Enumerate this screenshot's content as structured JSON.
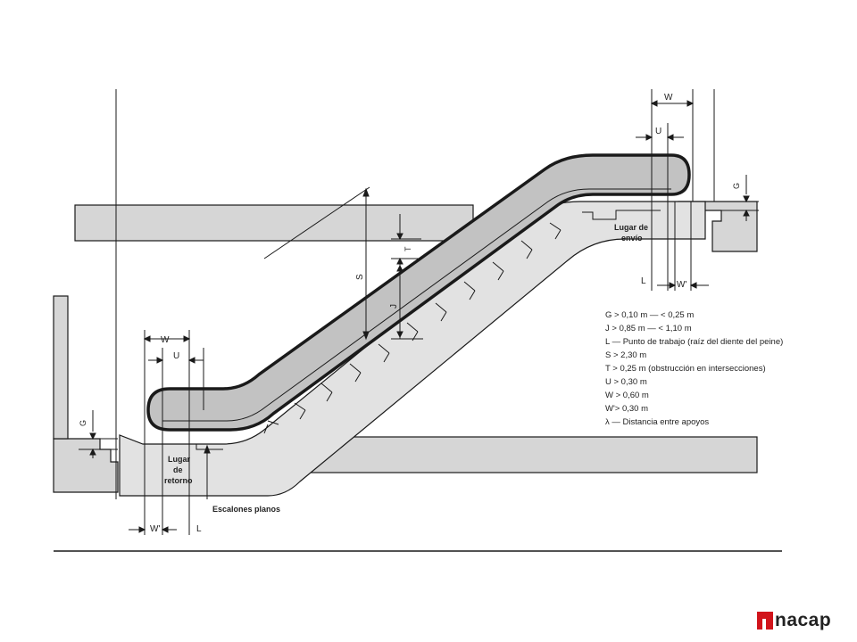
{
  "diagram": {
    "labels": {
      "W_top": "W",
      "U_top": "U",
      "G_right": "G",
      "lugar_envio_1": "Lugar de",
      "lugar_envio_2": "envío",
      "L_right": "L",
      "W2_right": "W'",
      "S": "S",
      "T": "T",
      "J": "J",
      "W_left": "W",
      "U_left": "U",
      "G_left": "G",
      "lugar_retorno_1": "Lugar",
      "lugar_retorno_2": "de",
      "lugar_retorno_3": "retorno",
      "escalones": "Escalones planos",
      "W2_left": "W'",
      "L_left": "L"
    },
    "legend": [
      "G > 0,10 m — < 0,25 m",
      "J > 0,85 m — < 1,10 m",
      "L — Punto de trabajo (raíz del diente del peine)",
      "S > 2,30 m",
      "T > 0,25 m (obstrucción en intersecciones)",
      "U > 0,30 m",
      "W > 0,60 m",
      "W'> 0,30 m",
      "λ — Distancia entre apoyos"
    ],
    "colors": {
      "fill": "#d6d6d6",
      "line": "#1a1a1a",
      "logo_red": "#d1141b"
    }
  },
  "logo": {
    "text": "nacap"
  }
}
